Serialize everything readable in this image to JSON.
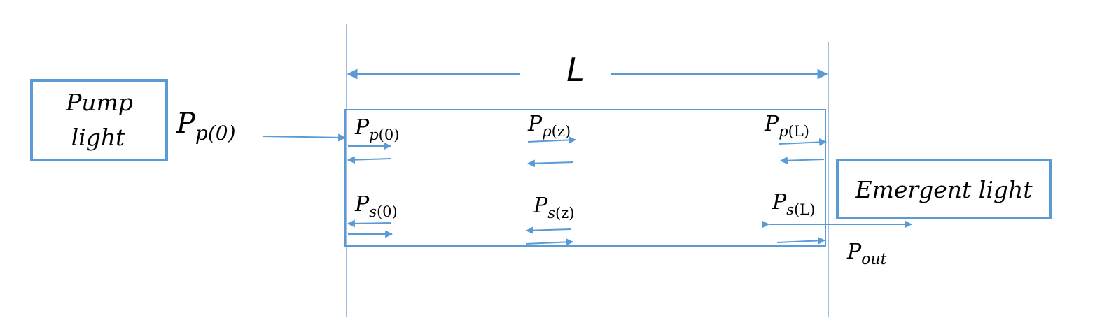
{
  "colors": {
    "accent": "#5b9bd5",
    "line": "#7fa7d6",
    "text": "#000000"
  },
  "diagram": {
    "length_label": "L",
    "pump_box": {
      "line1": "Pump",
      "line2": "light"
    },
    "emergent_box": {
      "label": "Emergent light"
    },
    "input_label": {
      "base": "P",
      "sub": "p(0)"
    },
    "output_label": {
      "base": "P",
      "sub": "out"
    },
    "signals": [
      {
        "base": "P",
        "sub_var": "p",
        "sub_arg": "(0)"
      },
      {
        "base": "P",
        "sub_var": "p",
        "sub_arg": "(z)"
      },
      {
        "base": "P",
        "sub_var": "p",
        "sub_arg": "(L)"
      },
      {
        "base": "P",
        "sub_var": "s",
        "sub_arg": "(0)"
      },
      {
        "base": "P",
        "sub_var": "s",
        "sub_arg": "(z)"
      },
      {
        "base": "P",
        "sub_var": "s",
        "sub_arg": "(L)"
      }
    ]
  }
}
